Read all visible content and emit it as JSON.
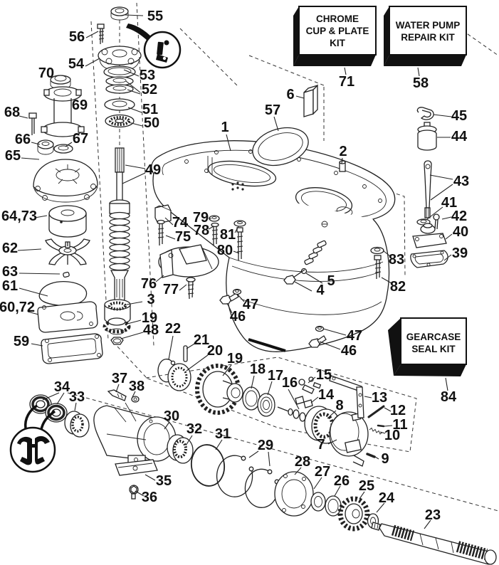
{
  "diagram_title": "Gearcase exploded parts diagram",
  "colors": {
    "ink": "#1c1c1c",
    "paper": "#ffffff"
  },
  "kits": {
    "chrome_cup_plate_kit": {
      "line1": "CHROME",
      "line2": "CUP & PLATE",
      "line3": "KIT"
    },
    "water_pump_repair_kit": {
      "line1": "WATER PUMP",
      "line2": "REPAIR KIT"
    },
    "gearcase_seal_kit": {
      "line1": "GEARCASE",
      "line2": "SEAL KIT"
    }
  },
  "badges": {
    "top_badge_icon": "circle-badge-figure-icon",
    "bottom_badge_icon": "circle-badge-double-hook-icon"
  },
  "labels": {
    "1": "1",
    "2": "2",
    "3": "3",
    "4": "4",
    "5": "5",
    "6": "6",
    "7": "7",
    "8": "8",
    "9": "9",
    "10": "10",
    "11": "11",
    "12": "12",
    "13": "13",
    "14": "14",
    "15": "15",
    "16": "16",
    "17": "17",
    "18": "18",
    "19a": "19",
    "19b": "19",
    "20": "20",
    "21": "21",
    "22": "22",
    "23": "23",
    "24": "24",
    "25": "25",
    "26": "26",
    "27": "27",
    "28": "28",
    "29": "29",
    "30": "30",
    "31": "31",
    "32": "32",
    "33": "33",
    "34": "34",
    "35": "35",
    "36": "36",
    "37": "37",
    "38": "38",
    "39": "39",
    "40": "40",
    "41": "41",
    "42": "42",
    "43": "43",
    "44": "44",
    "45": "45",
    "46a": "46",
    "46b": "46",
    "47a": "47",
    "47b": "47",
    "48": "48",
    "49": "49",
    "50": "50",
    "51": "51",
    "52": "52",
    "53": "53",
    "54": "54",
    "55": "55",
    "56": "56",
    "57": "57",
    "58": "58",
    "59": "59",
    "60_72": "60,72",
    "61": "61",
    "62": "62",
    "63": "63",
    "64_73": "64,73",
    "65": "65",
    "66": "66",
    "67": "67",
    "68": "68",
    "69": "69",
    "70": "70",
    "71": "71",
    "74": "74",
    "75": "75",
    "76": "76",
    "77": "77",
    "78": "78",
    "79": "79",
    "80": "80",
    "81": "81",
    "82": "82",
    "83": "83",
    "84": "84"
  }
}
